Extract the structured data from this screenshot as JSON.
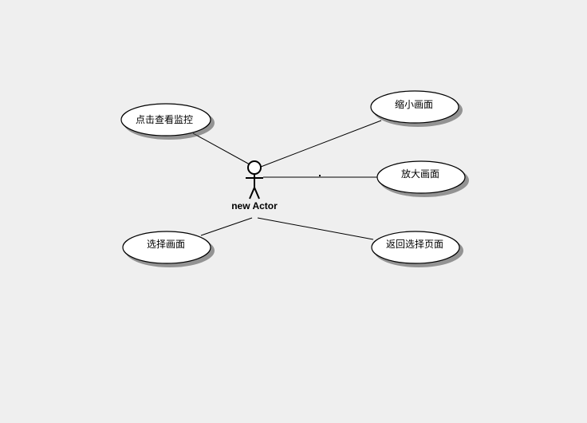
{
  "diagram": {
    "actor": {
      "name": "new Actor"
    },
    "use_cases": [
      {
        "id": "view-monitor",
        "label": "点击查看监控"
      },
      {
        "id": "zoom-out",
        "label": "缩小画面"
      },
      {
        "id": "zoom-in",
        "label": "放大画面"
      },
      {
        "id": "select-screen",
        "label": "选择画面"
      },
      {
        "id": "return-select-page",
        "label": "返回选择页面"
      }
    ]
  },
  "colors": {
    "background": "#efefef",
    "ellipse_fill": "#ffffff",
    "stroke": "#000000"
  }
}
